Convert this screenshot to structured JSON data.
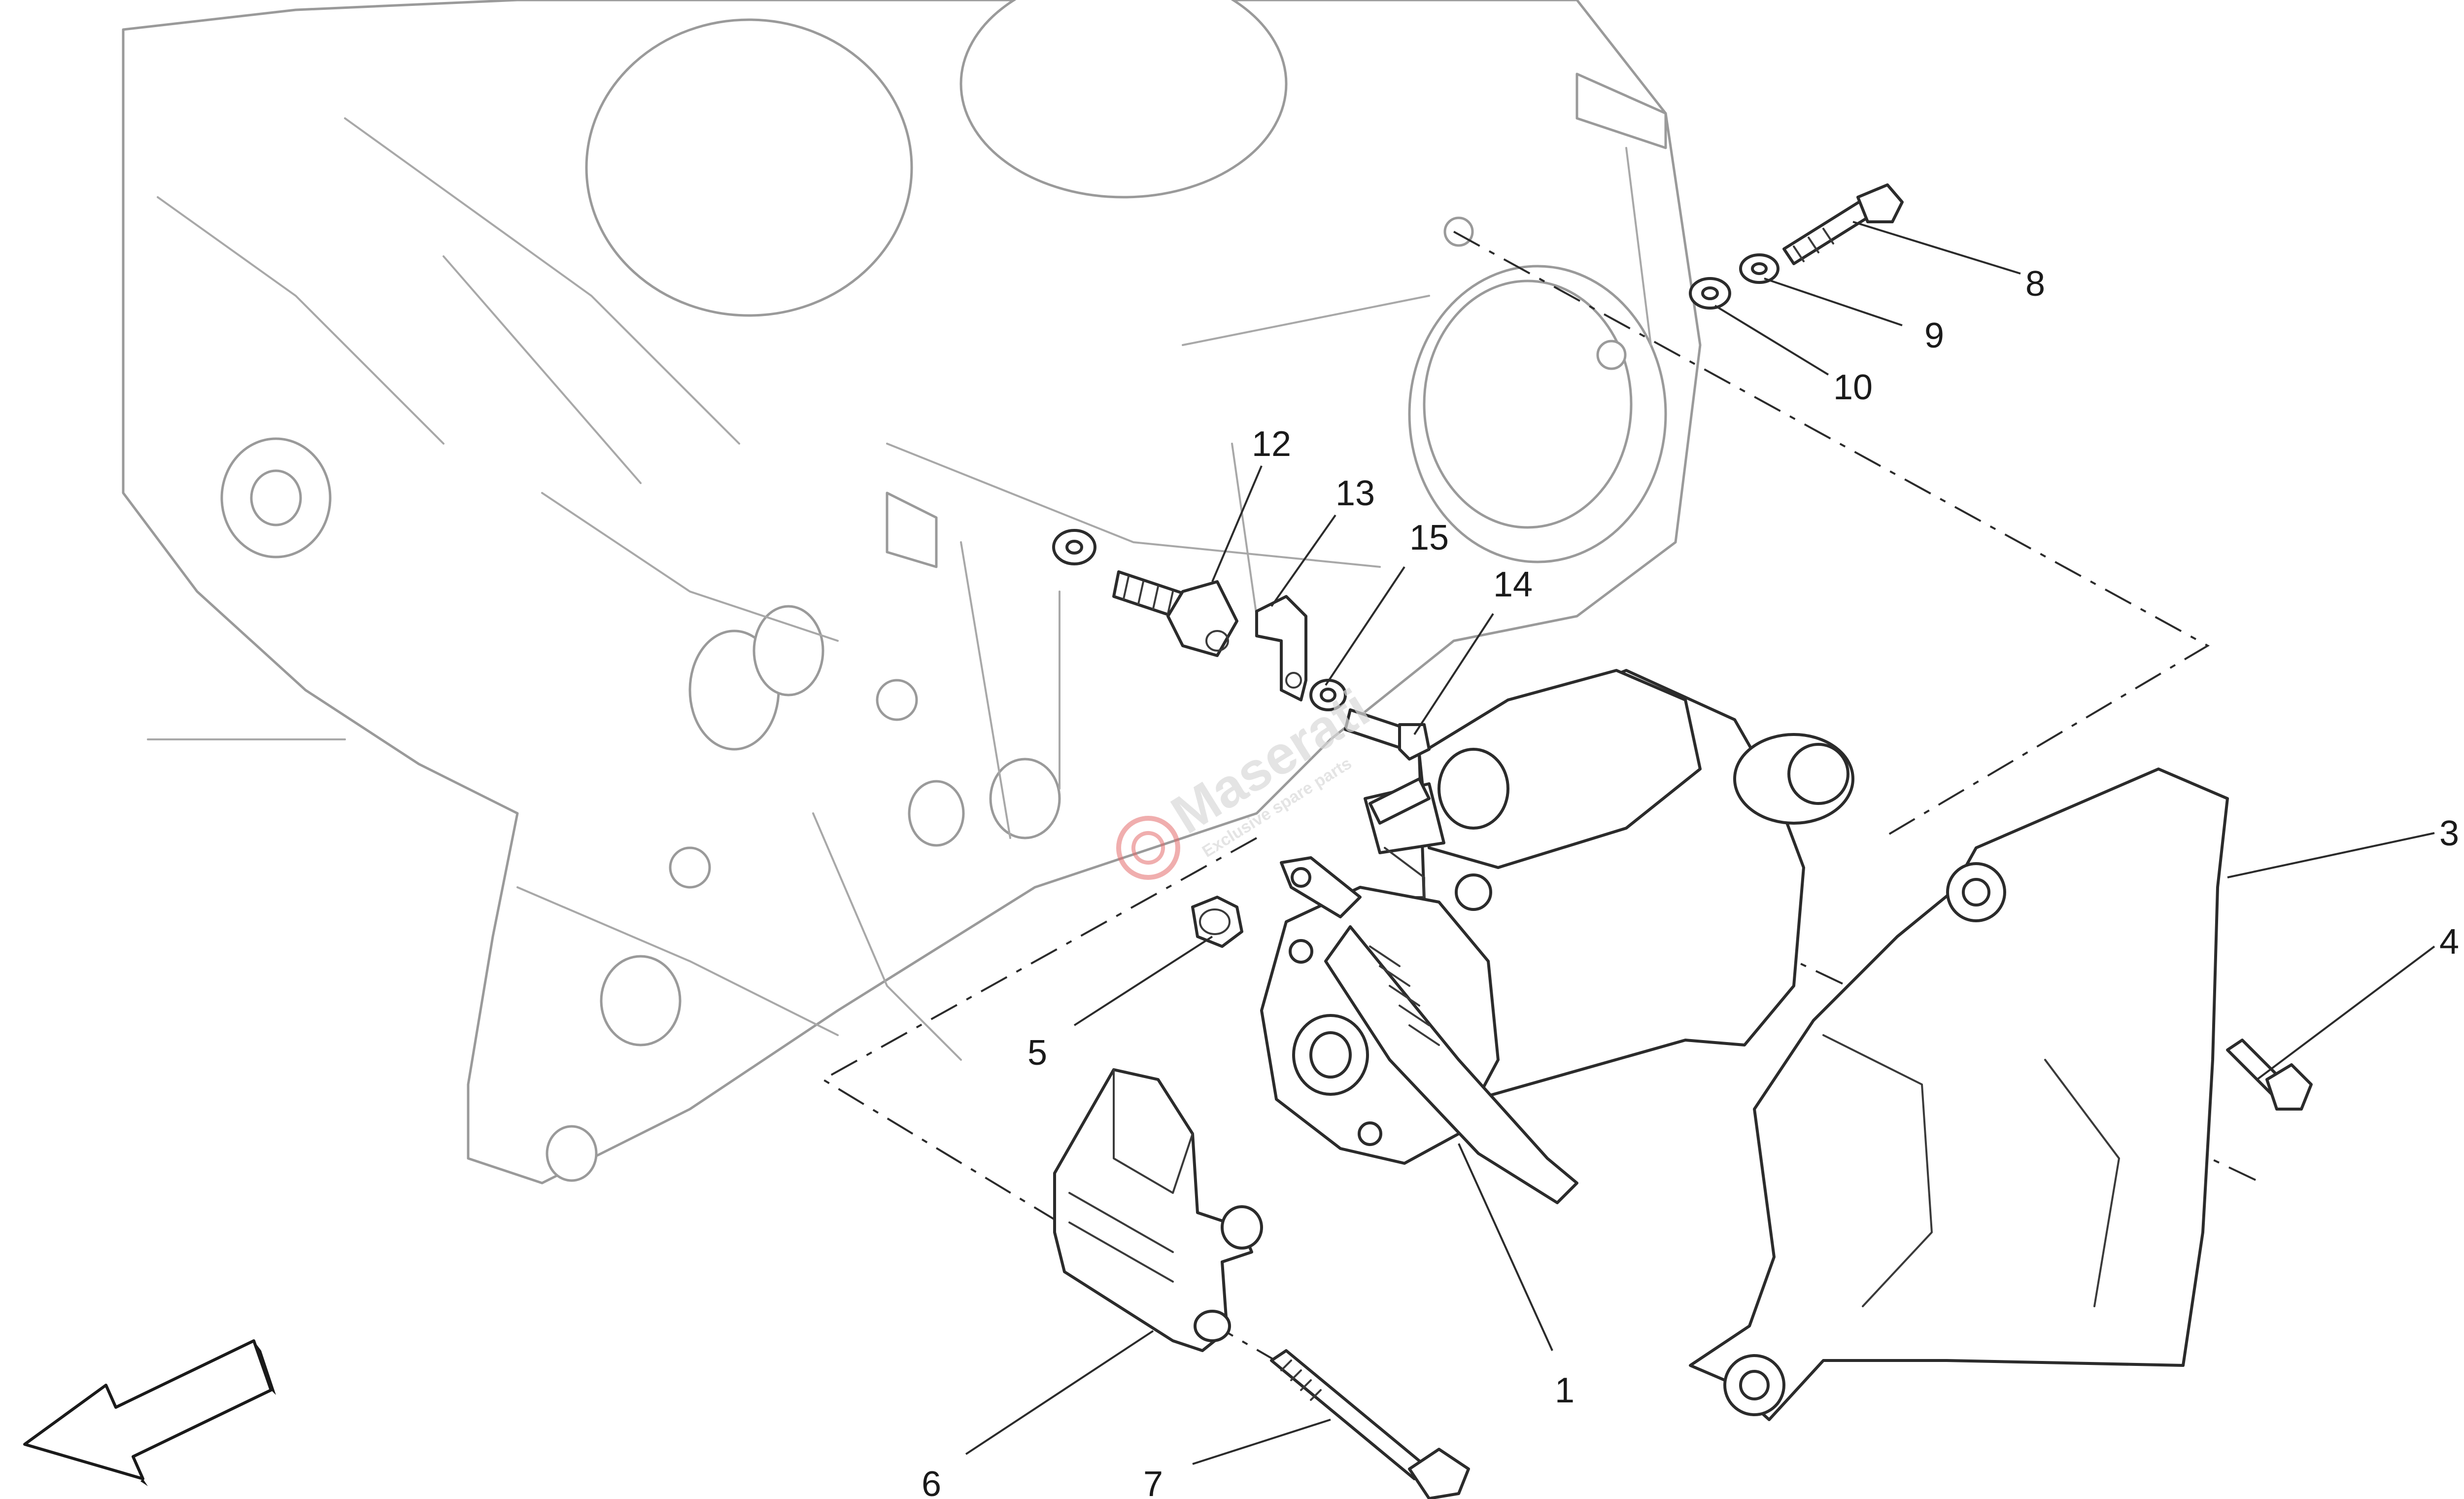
{
  "diagram": {
    "callouts": {
      "c1": "1",
      "c3": "3",
      "c4": "4",
      "c5": "5",
      "c6": "6",
      "c7": "7",
      "c8": "8",
      "c9": "9",
      "c10": "10",
      "c12": "12",
      "c13": "13",
      "c14": "14",
      "c15": "15"
    },
    "watermark": {
      "brand": "Maserati",
      "tagline": "Exclusive spare parts"
    },
    "colors": {
      "line": "#2b2b2b",
      "engine_line": "#9a9a9a",
      "watermark_accent": "#e36b6b"
    },
    "icons": [
      "direction-arrow-icon",
      "watermark-logo-icon"
    ]
  }
}
